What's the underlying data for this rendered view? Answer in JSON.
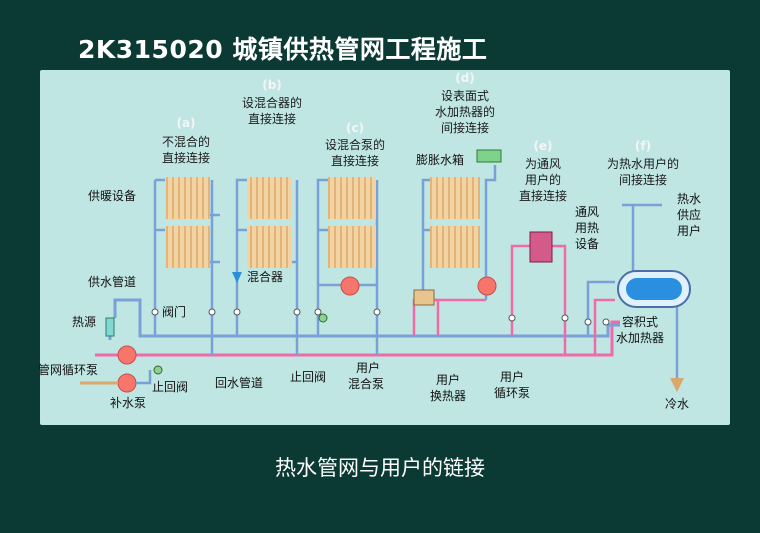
{
  "title": "2K315020  城镇供热管网工程施工",
  "caption": "热水管网与用户的链接",
  "diagram": {
    "variants": [
      {
        "tag": "(a)",
        "lines": [
          "不混合的",
          "直接连接"
        ]
      },
      {
        "tag": "(b)",
        "lines": [
          "设混合器的",
          "直接连接"
        ]
      },
      {
        "tag": "(c)",
        "lines": [
          "设混合泵的",
          "直接连接"
        ]
      },
      {
        "tag": "(d)",
        "lines": [
          "设表面式",
          "水加热器的",
          "间接连接"
        ]
      },
      {
        "tag": "(e)",
        "lines": [
          "为通风",
          "用户的",
          "直接连接"
        ]
      },
      {
        "tag": "(f)",
        "lines": [
          "为热水用户的",
          "间接连接"
        ]
      }
    ],
    "labels": {
      "heating_equipment": "供暖设备",
      "supply_pipe": "供水管道",
      "heat_source": "热源",
      "network_pump": "管网循环泵",
      "makeup_pump": "补水泵",
      "check_valve_left": "止回阀",
      "return_pipe": "回水管道",
      "check_valve": "止回阀",
      "valve": "阀门",
      "mixer": "混合器",
      "mixing_pump": [
        "用户",
        "混合泵"
      ],
      "expansion_tank": "膨胀水箱",
      "user_heat_exchanger": [
        "用户",
        "换热器"
      ],
      "user_circ_pump": [
        "用户",
        "循环泵"
      ],
      "ventilation_equipment": [
        "通风",
        "用热",
        "设备"
      ],
      "hot_water_supply": [
        "热水",
        "供应",
        "用户"
      ],
      "storage_heater": [
        "容积式",
        "水加热器"
      ],
      "cold_water": "冷水"
    },
    "colors": {
      "supply": "#7aa0d8",
      "return": "#f06aa8",
      "radiator": "#f3cf9a",
      "pump": "#f6766b",
      "tag": "#1fa8a0"
    }
  }
}
